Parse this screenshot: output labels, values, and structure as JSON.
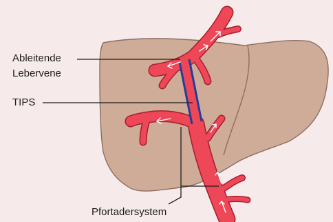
{
  "labels": {
    "hepatic_vein": {
      "line1": "Ableitende",
      "line2": "Lebervene"
    },
    "tips": "TIPS",
    "portal_system": "Pfortadersystem"
  },
  "colors": {
    "background": "#f6ebea",
    "liver": "#cfac98",
    "liver_outline": "#8b6e63",
    "vessel": "#ee4757",
    "vessel_outline": "#a51e2f",
    "flow_arrow": "#ffffff",
    "stent": "#1f3f9a",
    "leader_line": "#1d1d1d"
  }
}
